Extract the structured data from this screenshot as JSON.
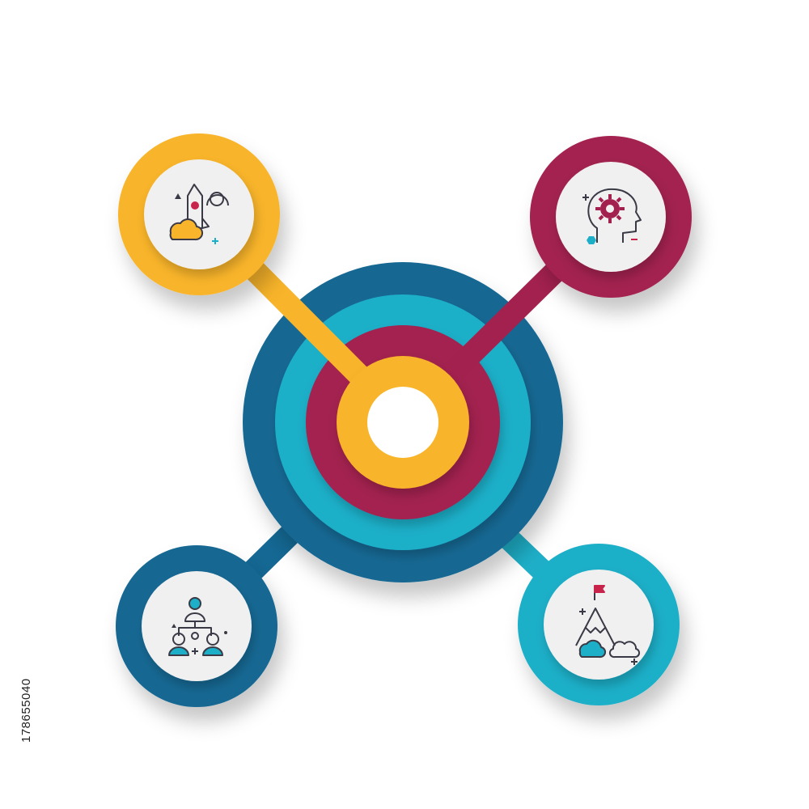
{
  "side_id": "178655040",
  "colors": {
    "yellow": "#F8B42A",
    "magenta": "#A3214F",
    "navy": "#146893",
    "cyan": "#1EAFC8",
    "badge": "#F0F0F1",
    "icon_line": "#3A3A46"
  },
  "nodes": [
    {
      "name": "rocket-cloud-icon",
      "color": "yellow"
    },
    {
      "name": "head-gear-icon",
      "color": "magenta"
    },
    {
      "name": "team-hierarchy-icon",
      "color": "navy"
    },
    {
      "name": "mountain-flag-icon",
      "color": "cyan"
    }
  ]
}
